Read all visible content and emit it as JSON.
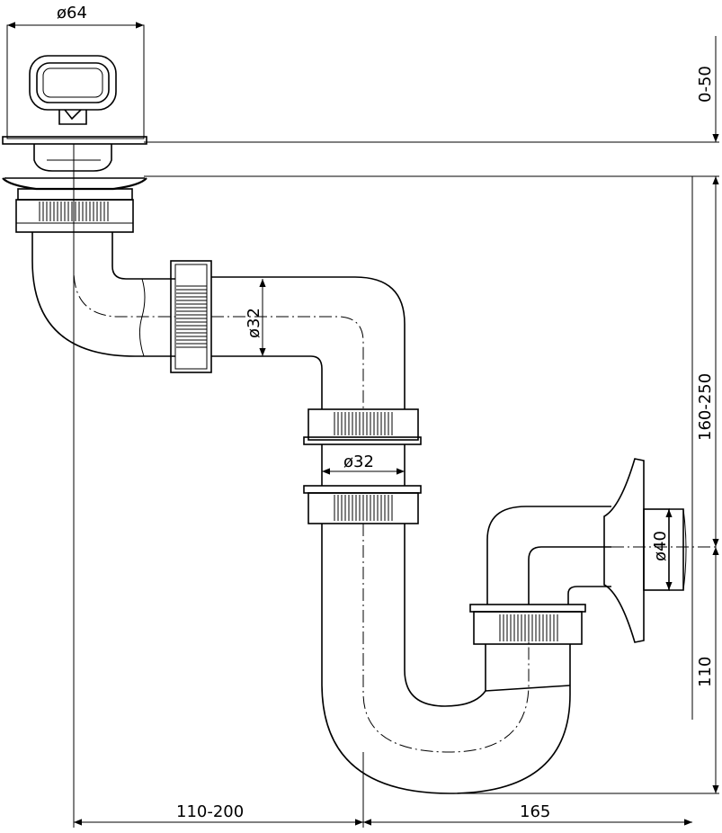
{
  "dimensions": {
    "d64": "ø64",
    "d32_top": "ø32",
    "d32_mid": "ø32",
    "d40": "ø40",
    "v_0_50": "0-50",
    "v_160_250": "160-250",
    "v_110": "110",
    "h_110_200": "110-200",
    "h_165": "165"
  },
  "colors": {
    "line": "#000000",
    "background": "#ffffff"
  }
}
